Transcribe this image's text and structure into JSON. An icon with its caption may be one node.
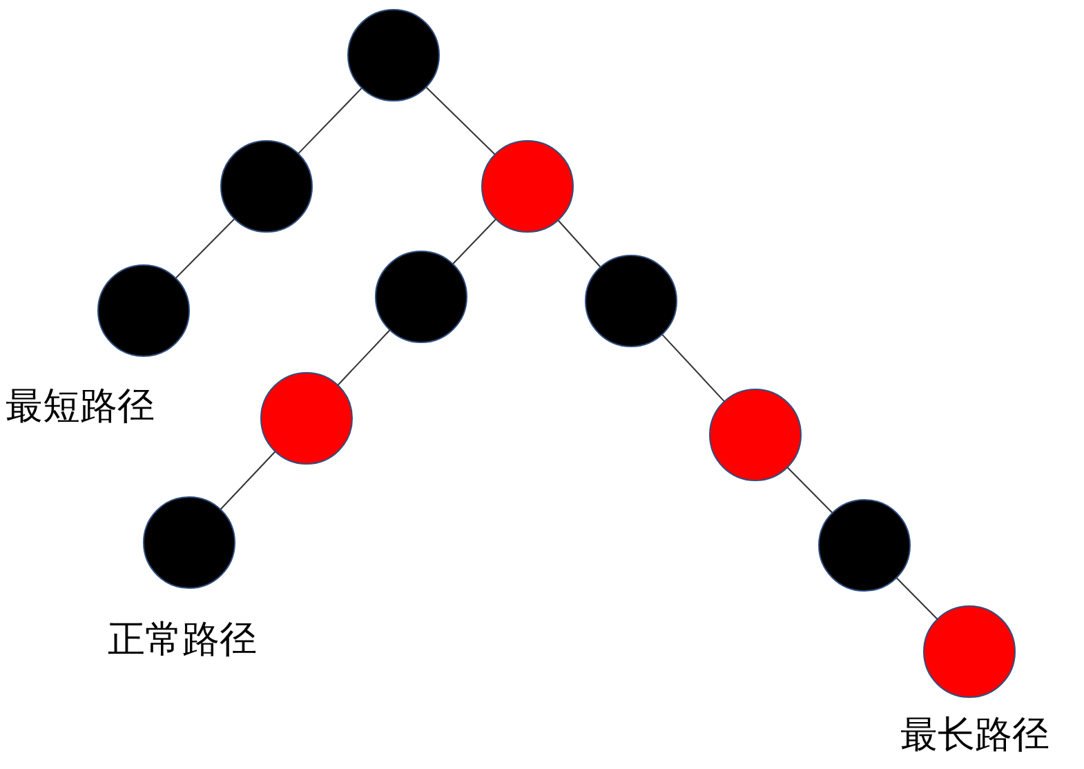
{
  "diagram": {
    "nodes": [
      {
        "text": [],
        "shape": "circle"
      },
      {
        "text": [],
        "shape": "circle"
      },
      {
        "text": [],
        "shape": "circle"
      },
      {
        "text": [],
        "shape": "circle"
      },
      {
        "text": [],
        "shape": "circle"
      },
      {
        "text": [],
        "shape": "circle"
      },
      {
        "text": [],
        "shape": "circle"
      },
      {
        "text": [],
        "shape": "circle"
      },
      {
        "text": [],
        "shape": "circle"
      },
      {
        "text": [],
        "shape": "circle"
      },
      {
        "text": [],
        "shape": "circle"
      }
    ],
    "edges": [
      {
        "from": 0,
        "to": 1,
        "arrow": "none"
      },
      {
        "from": 0,
        "to": 2,
        "arrow": "none"
      },
      {
        "from": 1,
        "to": 3,
        "arrow": "none"
      },
      {
        "from": 2,
        "to": 4,
        "arrow": "none"
      },
      {
        "from": 2,
        "to": 5,
        "arrow": "none"
      },
      {
        "from": 4,
        "to": 6,
        "arrow": "none"
      },
      {
        "from": 6,
        "to": 7,
        "arrow": "none"
      },
      {
        "from": 5,
        "to": 8,
        "arrow": "none"
      },
      {
        "from": 8,
        "to": 9,
        "arrow": "none"
      },
      {
        "from": 9,
        "to": 10,
        "arrow": "none"
      }
    ],
    "labels": [
      "最短路径",
      "正常路径",
      "最长路径"
    ]
  }
}
